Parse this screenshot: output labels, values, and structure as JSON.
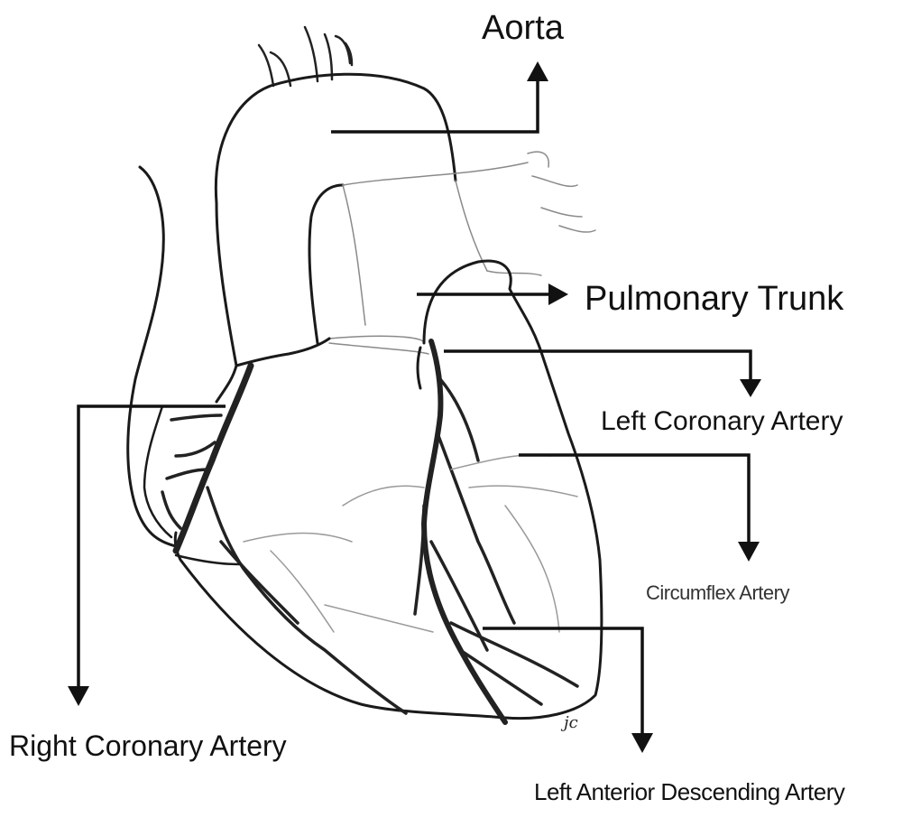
{
  "labels": {
    "aorta": "Aorta",
    "pulmonary_trunk": "Pulmonary Trunk",
    "left_coronary_artery": "Left Coronary Artery",
    "circumflex_artery": "Circumflex Artery",
    "left_anterior_descending_artery": "Left Anterior Descending Artery",
    "right_coronary_artery": "Right Coronary Artery"
  },
  "signature": "jc",
  "colors": {
    "background": "#ffffff",
    "ink": "#111111",
    "vessel": "#2a2a2a",
    "faint_line": "#9a9a9a"
  }
}
